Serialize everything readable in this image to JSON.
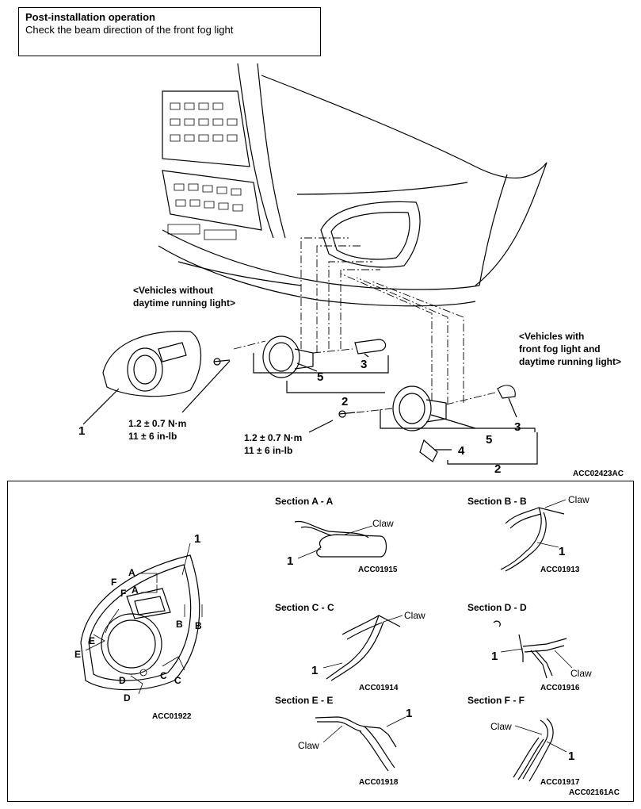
{
  "note": {
    "title": "Post-installation operation",
    "body": "Check the beam direction of the front fog light"
  },
  "upper": {
    "variant_without": [
      "<Vehicles without",
      "daytime running light>"
    ],
    "variant_with": [
      "<Vehicles with",
      "front fog light and",
      "daytime running light>"
    ],
    "torque_left": [
      "1.2 ± 0.7 N·m",
      "11 ± 6 in-lb"
    ],
    "torque_right": [
      "1.2 ± 0.7 N·m",
      "11 ± 6 in-lb"
    ],
    "callouts": [
      "1",
      "2",
      "3",
      "5",
      "2",
      "3",
      "4",
      "5"
    ],
    "code": "ACC02423AC"
  },
  "lower": {
    "overview": {
      "callout": "1",
      "letters": [
        "A",
        "A",
        "B",
        "B",
        "C",
        "C",
        "D",
        "D",
        "E",
        "E",
        "F",
        "F"
      ],
      "code": "ACC01922"
    },
    "sections": [
      {
        "title": "Section A - A",
        "claw": "Claw",
        "callout": "1",
        "code": "ACC01915"
      },
      {
        "title": "Section B - B",
        "claw": "Claw",
        "callout": "1",
        "code": "ACC01913"
      },
      {
        "title": "Section C - C",
        "claw": "Claw",
        "callout": "1",
        "code": "ACC01914"
      },
      {
        "title": "Section D - D",
        "claw": "Claw",
        "callout": "1",
        "code": "ACC01916"
      },
      {
        "title": "Section E - E",
        "claw": "Claw",
        "callout": "1",
        "code": "ACC01918"
      },
      {
        "title": "Section F - F",
        "claw": "Claw",
        "callout": "1",
        "code": "ACC01917"
      }
    ],
    "code": "ACC02161AC"
  }
}
